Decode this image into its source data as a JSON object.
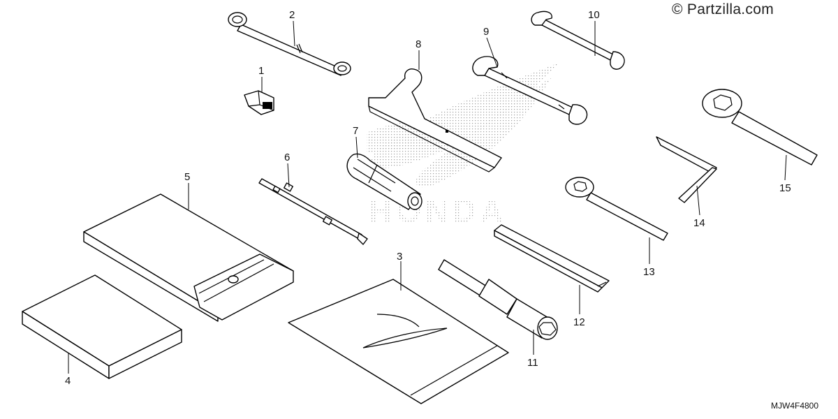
{
  "diagram": {
    "copyright": "© Partzilla.com",
    "diagram_code": "MJW4F4800",
    "watermark_logo_text": "HONDA",
    "callouts": [
      "1",
      "2",
      "3",
      "4",
      "5",
      "6",
      "7",
      "8",
      "9",
      "10",
      "11",
      "12",
      "13",
      "14",
      "15"
    ]
  }
}
